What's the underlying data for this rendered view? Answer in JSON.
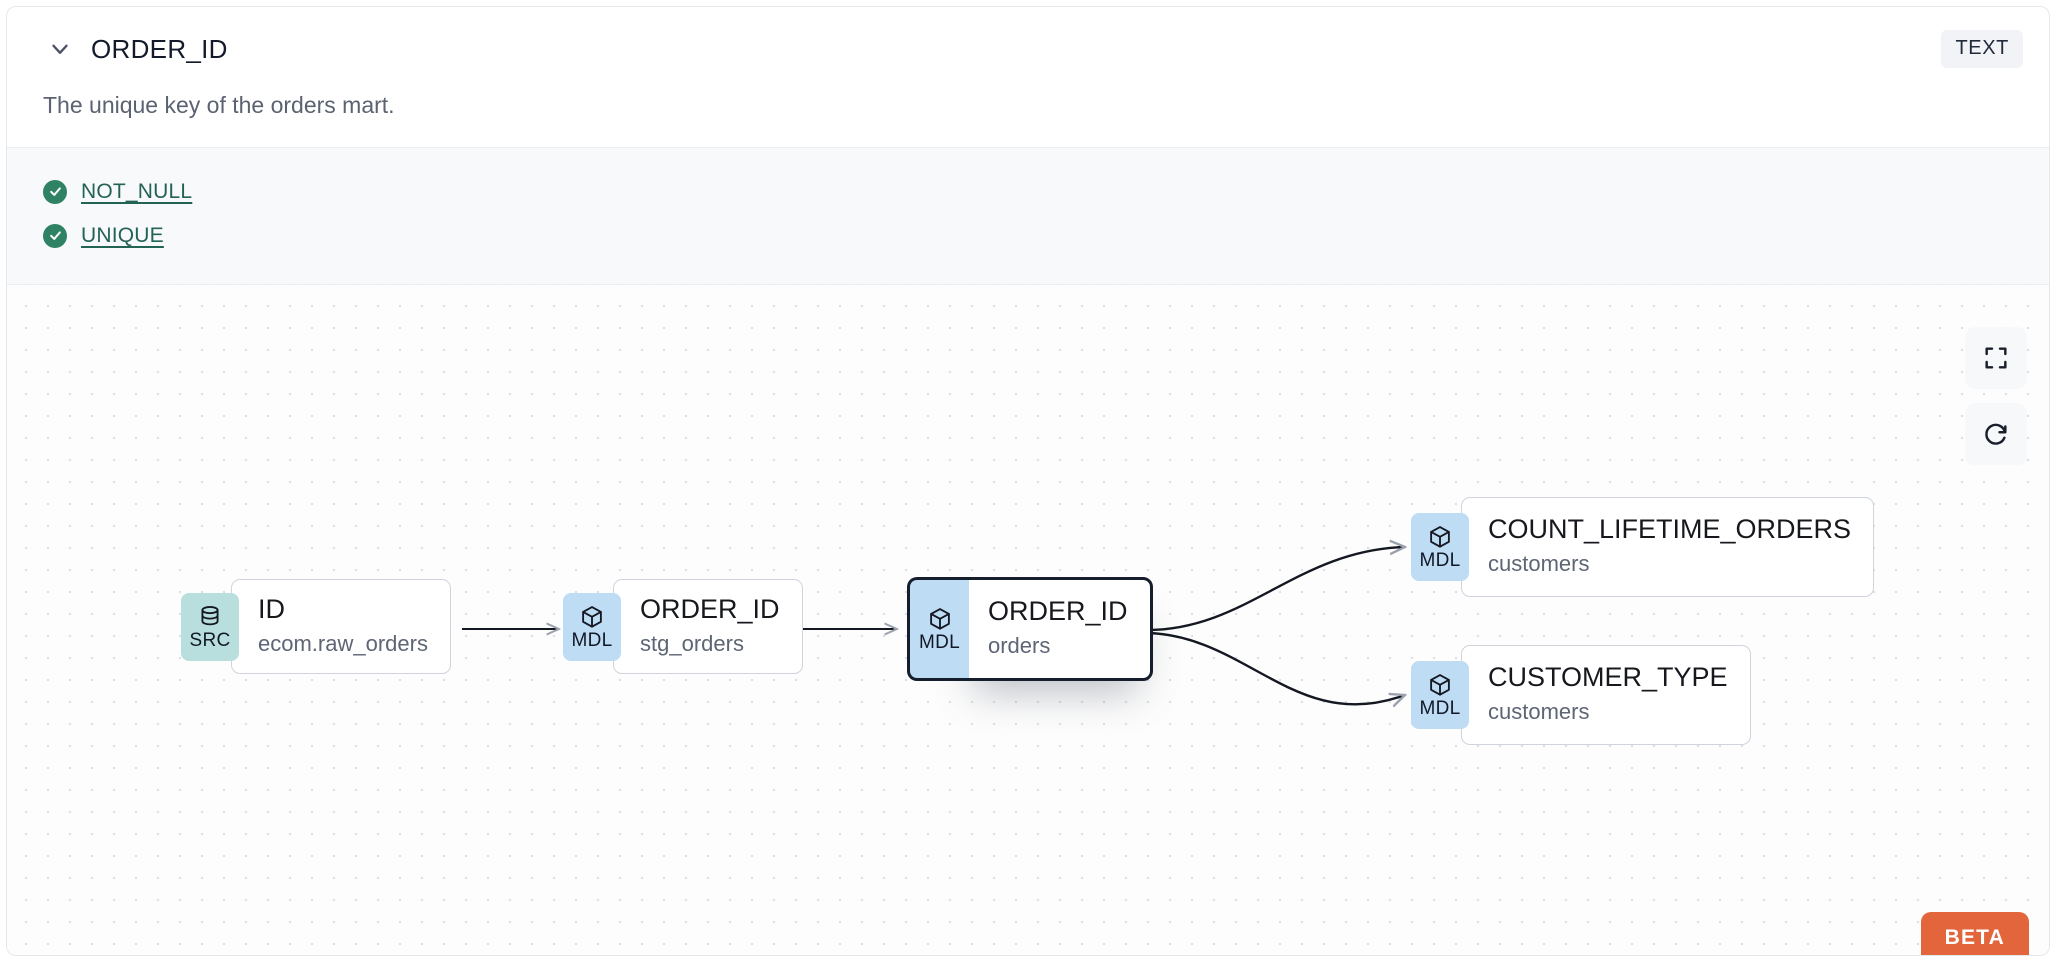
{
  "header": {
    "chevron_icon": "chevron-down-icon",
    "column_name": "ORDER_ID",
    "type_badge": "TEXT"
  },
  "description": "The unique key of the orders mart.",
  "tests": {
    "items": [
      {
        "status_icon": "check-circle-icon",
        "label": "NOT_NULL",
        "status": "passing"
      },
      {
        "status_icon": "check-circle-icon",
        "label": "UNIQUE",
        "status": "passing"
      }
    ]
  },
  "lineage": {
    "nodes": [
      {
        "id": "src-id",
        "badge": "SRC",
        "badge_icon": "database-icon",
        "name": "ID",
        "sub": "ecom.raw_orders",
        "selected": false
      },
      {
        "id": "stg-order",
        "badge": "MDL",
        "badge_icon": "cube-icon",
        "name": "ORDER_ID",
        "sub": "stg_orders",
        "selected": false
      },
      {
        "id": "orders",
        "badge": "MDL",
        "badge_icon": "cube-icon",
        "name": "ORDER_ID",
        "sub": "orders",
        "selected": true
      },
      {
        "id": "count-life",
        "badge": "MDL",
        "badge_icon": "cube-icon",
        "name": "COUNT_LIFETIME_ORDERS",
        "sub": "customers",
        "selected": false
      },
      {
        "id": "cust-type",
        "badge": "MDL",
        "badge_icon": "cube-icon",
        "name": "CUSTOMER_TYPE",
        "sub": "customers",
        "selected": false
      }
    ]
  },
  "controls": {
    "fit_view_icon": "fit-view-icon",
    "reset_icon": "refresh-icon",
    "beta_label": "BETA"
  },
  "colors": {
    "src_badge": "#b8dfdd",
    "mdl_badge": "#bfdcf5",
    "test_pass": "#2f8264",
    "test_link": "#236354",
    "beta": "#e2653c",
    "selected_border": "#161d2d"
  }
}
